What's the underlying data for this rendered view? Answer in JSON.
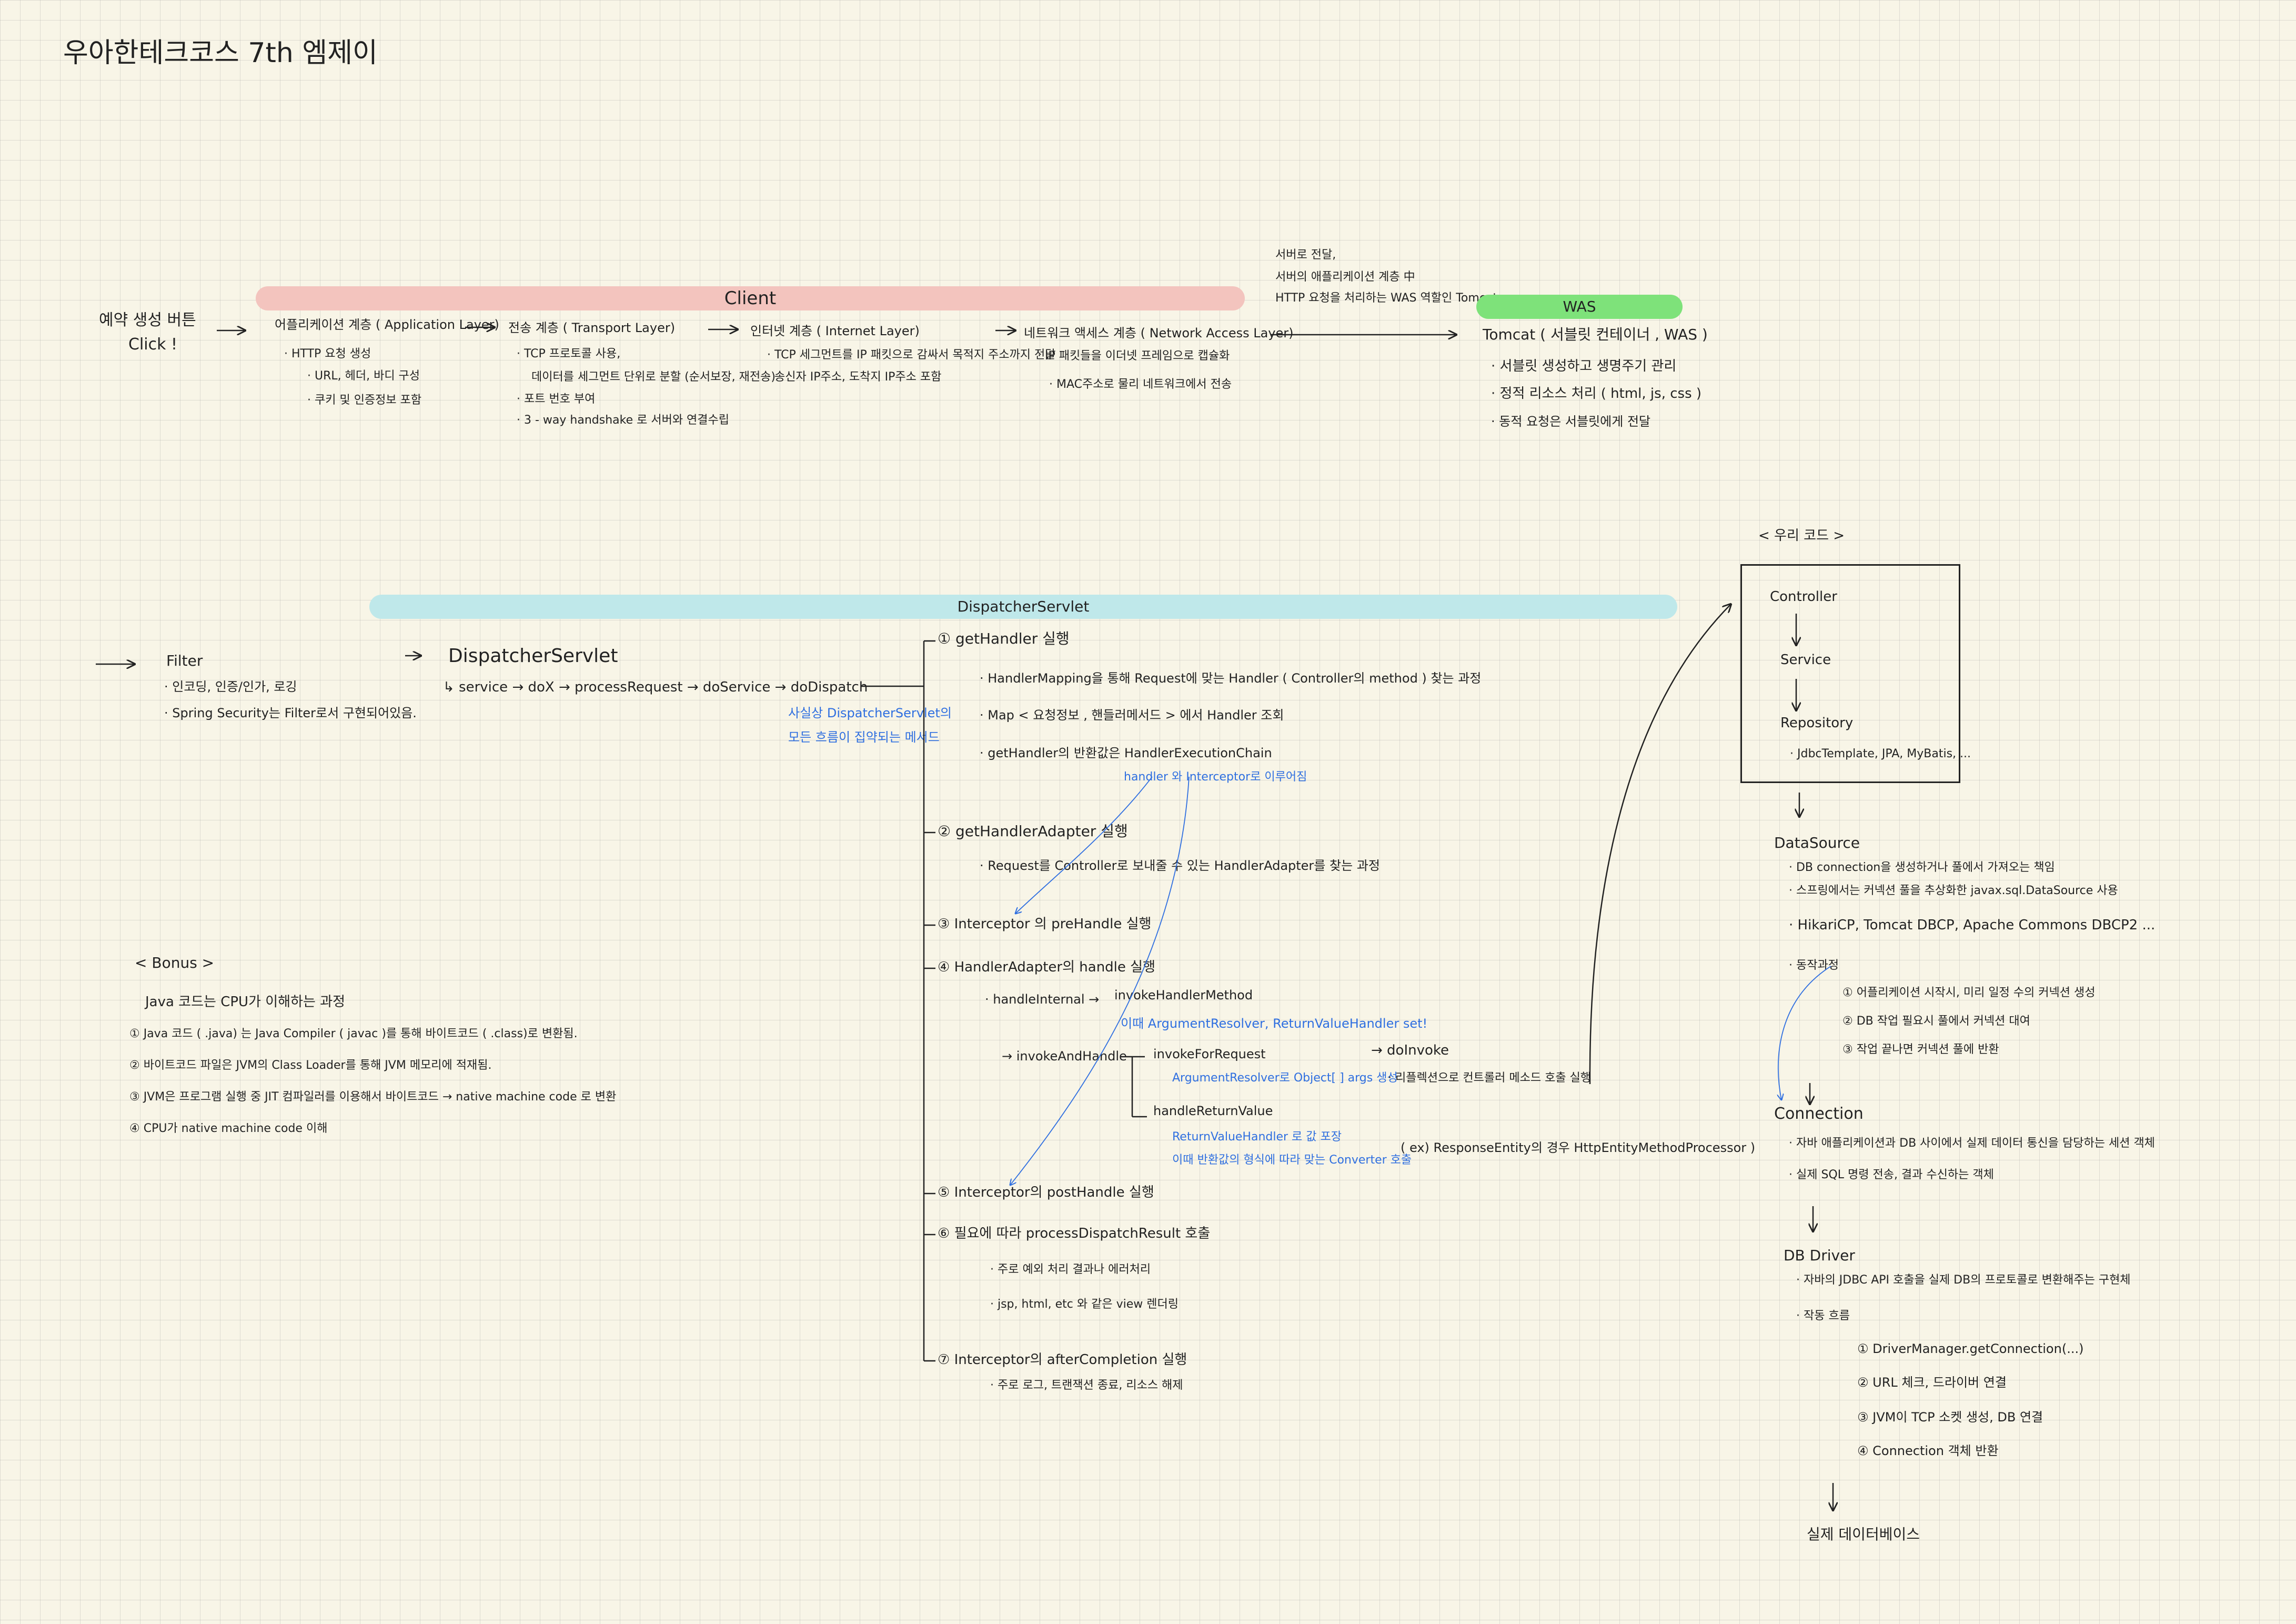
{
  "title": "우아한테크코스 7th 엠제이",
  "colors": {
    "client_band": "#f3c4be",
    "was_band": "#7ee27a",
    "dispatcher_band": "#bfe8ea",
    "annotation_blue": "#2f6fe0"
  },
  "client": {
    "band_label": "Client",
    "trigger": [
      "예약 생성 버튼",
      "Click !"
    ],
    "layers": [
      {
        "title": "어플리케이션 계층 ( Application Layer)",
        "items": [
          "· HTTP 요청 생성",
          "· URL, 헤더, 바디 구성",
          "· 쿠키 및 인증정보 포함"
        ]
      },
      {
        "title": "전송 계층 ( Transport Layer)",
        "items": [
          "· TCP 프로토콜 사용,",
          "데이터를 세그먼트 단위로 분할 (순서보장, 재전송)",
          "· 포트 번호 부여",
          "· 3 - way handshake 로 서버와 연결수립"
        ]
      },
      {
        "title": "인터넷 계층 ( Internet Layer)",
        "items": [
          "· TCP 세그먼트를 IP 패킷으로 감싸서 목적지 주소까지 전달",
          "· 송신자 IP주소, 도착지 IP주소 포함"
        ]
      },
      {
        "title": "네트워크 액세스 계층 ( Network Access Layer)",
        "items": [
          "· IP 패킷들을 이더넷 프레임으로 캡슐화",
          "· MAC주소로 물리 네트워크에서 전송"
        ]
      }
    ],
    "transfer_note": [
      "서버로 전달,",
      "서버의 애플리케이션 계층 中",
      "HTTP 요청을 처리하는 WAS 역할인 Tomcat"
    ]
  },
  "was": {
    "band_label": "WAS",
    "heading": "Tomcat ( 서블릿 컨테이너 , WAS )",
    "items": [
      "· 서블릿 생성하고 생명주기 관리",
      "· 정적 리소스 처리 ( html, js, css )",
      "· 동적 요청은 서블릿에게 전달"
    ]
  },
  "filter": {
    "title": "Filter",
    "items": [
      "· 인코딩, 인증/인가, 로깅",
      "· Spring Security는 Filter로서 구현되어있음."
    ]
  },
  "dispatcher": {
    "band_label": "DispatcherServlet",
    "heading": "DispatcherServlet",
    "chain": "↳ service → doX → processRequest → doService → doDispatch",
    "chain_note": [
      "사실상 DispatcherServlet의",
      "모든 흐름이 집약되는 메서드"
    ],
    "steps": [
      {
        "label": "① getHandler 실행",
        "items": [
          "· HandlerMapping을 통해 Request에 맞는 Handler ( Controller의 method ) 찾는 과정",
          "· Map < 요청정보 , 핸들러메서드 > 에서 Handler 조회",
          "· getHandler의 반환값은 HandlerExecutionChain"
        ],
        "note": "handler 와 Interceptor로 이루어짐"
      },
      {
        "label": "② getHandlerAdapter 실행",
        "items": [
          "· Request를 Controller로 보내줄 수 있는 HandlerAdapter를 찾는 과정"
        ]
      },
      {
        "label": "③ Interceptor 의 preHandle 실행",
        "items": []
      },
      {
        "label": "④ HandlerAdapter의 handle 실행",
        "items": []
      },
      {
        "label": "⑤ Interceptor의 postHandle 실행",
        "items": []
      },
      {
        "label": "⑥ 필요에 따라 processDispatchResult 호출",
        "items": [
          "· 주로 예외 처리 결과나 에러처리",
          "· jsp, html, etc 와 같은 view 렌더링"
        ]
      },
      {
        "label": "⑦ Interceptor의 afterCompletion 실행",
        "items": [
          "· 주로 로그, 트랜잭션 종료, 리소스 해제"
        ]
      }
    ],
    "handle": {
      "handle_internal": "· handleInternal →",
      "invoke_handler_method": "invokeHandlerMethod",
      "resolver_note": "이때 ArgumentResolver, ReturnValueHandler set!",
      "invoke_and_handle": "→ invokeAndHandle",
      "invoke_for_request": "invokeForRequest",
      "arg_note": "ArgumentResolver로 Object[ ] args 생성",
      "do_invoke": "→ doInvoke",
      "do_invoke_note": "· 리플렉션으로 컨트롤러 메소드 호출 실행",
      "handle_return": "handleReturnValue",
      "return_note1": "ReturnValueHandler 로 값 포장",
      "return_note2": "이때 반환값의 형식에 따라 맞는 Converter 호출",
      "example": "( ex) ResponseEntity의 경우 HttpEntityMethodProcessor )"
    }
  },
  "our_code": {
    "label": "< 우리 코드 >",
    "items": [
      "Controller",
      "Service",
      "Repository"
    ],
    "repo_note": "· JdbcTemplate, JPA, MyBatis, ..."
  },
  "datasource": {
    "title": "DataSource",
    "items": [
      "· DB connection을 생성하거나 풀에서 가져오는 책임",
      "· 스프링에서는 커넥션 풀을 추상화한 javax.sql.DataSource 사용",
      "· HikariCP, Tomcat DBCP, Apache Commons DBCP2 ...",
      "· 동작과정"
    ],
    "steps": [
      "① 어플리케이션 시작시, 미리 일정 수의 커넥션 생성",
      "② DB 작업 필요시 풀에서 커넥션 대여",
      "③ 작업 끝나면 커넥션 풀에 반환"
    ]
  },
  "connection": {
    "title": "Connection",
    "items": [
      "· 자바 애플리케이션과 DB 사이에서 실제 데이터 통신을 담당하는 세션 객체",
      "· 실제 SQL 명령 전송, 결과 수신하는 객체"
    ]
  },
  "driver": {
    "title": "DB Driver",
    "items": [
      "· 자바의 JDBC API 호출을 실제 DB의 프로토콜로 변환해주는 구현체",
      "· 작동 흐름"
    ],
    "steps": [
      "① DriverManager.getConnection(...)",
      "② URL 체크, 드라이버 연결",
      "③ JVM이 TCP 소켓 생성, DB 연결",
      "④ Connection 객체 반환"
    ]
  },
  "database": "실제 데이터베이스",
  "bonus": {
    "label": "< Bonus >",
    "title": "Java 코드는 CPU가 이해하는 과정",
    "items": [
      "① Java 코드 ( .java) 는 Java Compiler ( javac )를 통해 바이트코드 ( .class)로 변환됨.",
      "② 바이트코드 파일은 JVM의 Class Loader를 통해 JVM 메모리에 적재됨.",
      "③ JVM은 프로그램 실행 중 JIT 컴파일러를 이용해서 바이트코드 → native machine code 로 변환",
      "④ CPU가 native machine code 이해"
    ]
  }
}
